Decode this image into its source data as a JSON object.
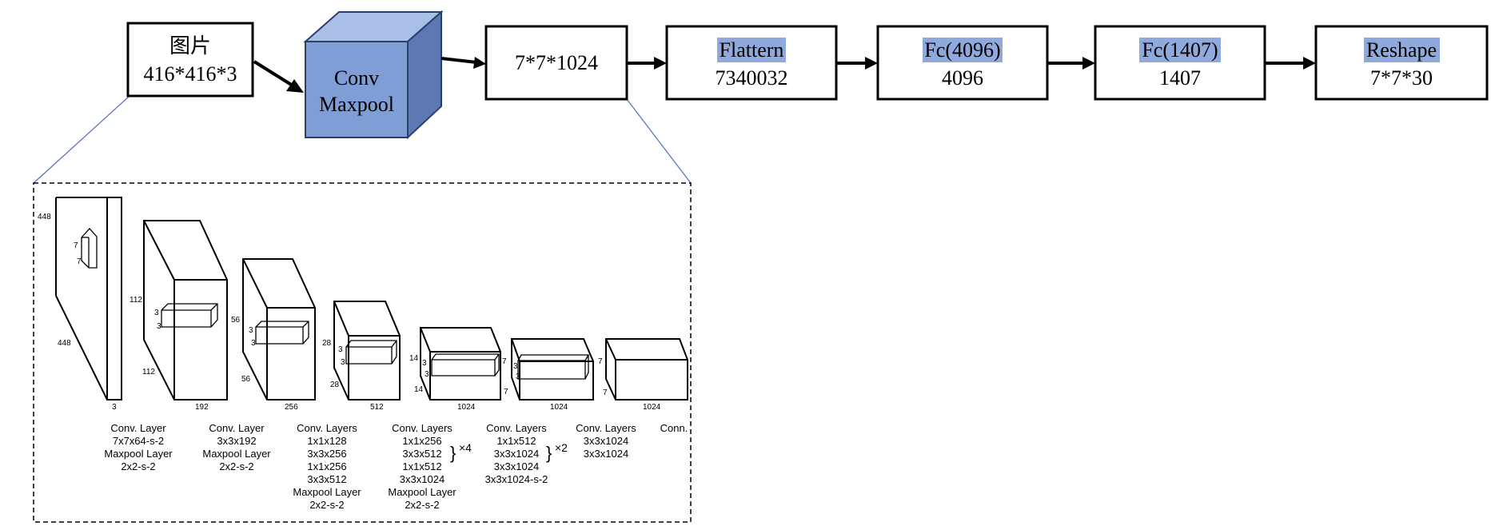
{
  "pipeline": {
    "input": {
      "line1": "图片",
      "line2": "416*416*3"
    },
    "conv_cube": {
      "line1": "Conv",
      "line2": "Maxpool"
    },
    "feature": {
      "line1": "7*7*1024"
    },
    "flatten": {
      "line1": "Flattern",
      "line2": "7340032"
    },
    "fc1": {
      "line1": "Fc(4096)",
      "line2": "4096"
    },
    "fc2": {
      "line1": "Fc(1407)",
      "line2": "1407"
    },
    "reshape": {
      "line1": "Reshape",
      "line2": "7*7*30"
    }
  },
  "network": {
    "dims": {
      "b1_h": "448",
      "b1_w": "448",
      "b1_d": "3",
      "b1_k1": "7",
      "b1_k2": "7",
      "b2_h": "112",
      "b2_w": "112",
      "b2_d": "192",
      "b2_k1": "3",
      "b2_k2": "3",
      "b3_h": "56",
      "b3_w": "56",
      "b3_d": "256",
      "b3_k1": "3",
      "b3_k2": "3",
      "b4_h": "28",
      "b4_w": "28",
      "b4_d": "512",
      "b4_k1": "3",
      "b4_k2": "3",
      "b5_h": "14",
      "b5_w": "14",
      "b5_d": "1024",
      "b5_k1": "3",
      "b5_k2": "3",
      "b6_h": "7",
      "b6_w": "7",
      "b6_d": "1024",
      "b6_k1": "3",
      "b6_k2": "3",
      "b7_h": "7",
      "b7_w": "7",
      "b7_d": "1024"
    },
    "labels": {
      "g1": [
        "Conv. Layer",
        "7x7x64-s-2",
        "Maxpool Layer",
        "2x2-s-2"
      ],
      "g2": [
        "Conv. Layer",
        "3x3x192",
        "Maxpool Layer",
        "2x2-s-2"
      ],
      "g3": [
        "Conv. Layers",
        "1x1x128",
        "3x3x256",
        "1x1x256",
        "3x3x512",
        "Maxpool Layer",
        "2x2-s-2"
      ],
      "g4": [
        "Conv. Layers",
        "1x1x256",
        "3x3x512",
        "1x1x512",
        "3x3x1024",
        "Maxpool Layer",
        "2x2-s-2"
      ],
      "g5": [
        "Conv. Layers",
        "1x1x512",
        "3x3x1024",
        "3x3x1024",
        "3x3x1024-s-2"
      ],
      "g6": [
        "Conv. Layers",
        "3x3x1024",
        "3x3x1024"
      ],
      "g7": [
        "Conn."
      ]
    },
    "mult4": "×4",
    "mult2": "×2"
  },
  "colors": {
    "highlight": "#8fa9dc",
    "cube_front": "#7f9ed6",
    "cube_top": "#a9bfe8",
    "cube_side": "#5c79b3"
  }
}
